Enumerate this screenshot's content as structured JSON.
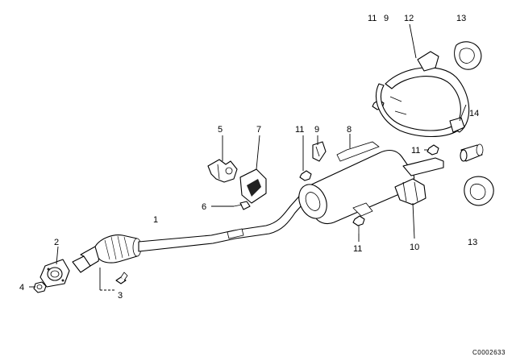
{
  "labels": {
    "l1": "1",
    "l2": "2",
    "l3": "3",
    "l4": "4",
    "l5": "5",
    "l6": "6",
    "l7": "7",
    "l8": "8",
    "l9_top": "9",
    "l9_mid": "9",
    "l10": "10",
    "l11_top": "11",
    "l11_mid": "11",
    "l11_right": "11",
    "l11_bottom": "11",
    "l12": "12",
    "l13_top": "13",
    "l13_bottom": "13",
    "l14": "14"
  },
  "diagram_code": "C0002633"
}
